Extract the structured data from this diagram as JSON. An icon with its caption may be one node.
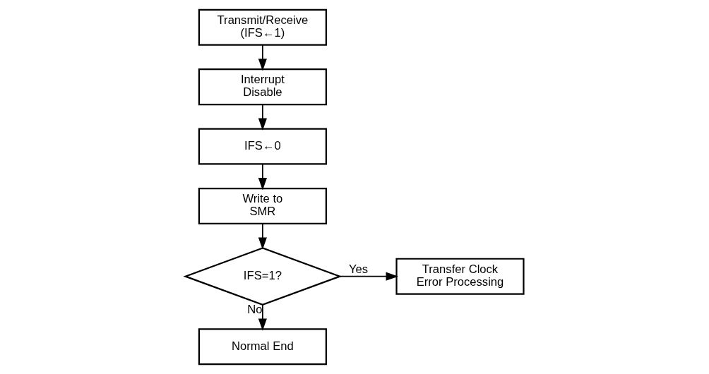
{
  "diagram": {
    "nodes": [
      {
        "text": [
          "Transmit/Receive (IFS←1)"
        ]
      },
      {
        "text": [
          "Interrupt Disable"
        ]
      },
      {
        "text": [
          "IFS←0"
        ]
      },
      {
        "text": [
          "Write to SMR"
        ]
      },
      {
        "text": [
          "IFS=1?"
        ]
      },
      {
        "text": [
          "Transfer Clock Error Processing"
        ]
      },
      {
        "text": [
          "Normal End"
        ]
      }
    ],
    "edges": [
      {
        "from": 0,
        "to": 1,
        "arrow": "to"
      },
      {
        "from": 1,
        "to": 2,
        "arrow": "to"
      },
      {
        "from": 2,
        "to": 3,
        "arrow": "to"
      },
      {
        "from": 3,
        "to": 4,
        "arrow": "to"
      },
      {
        "from": 4,
        "to": 5,
        "arrow": "to",
        "label": "Yes"
      },
      {
        "from": 4,
        "to": 6,
        "arrow": "to",
        "label": "No"
      }
    ]
  }
}
